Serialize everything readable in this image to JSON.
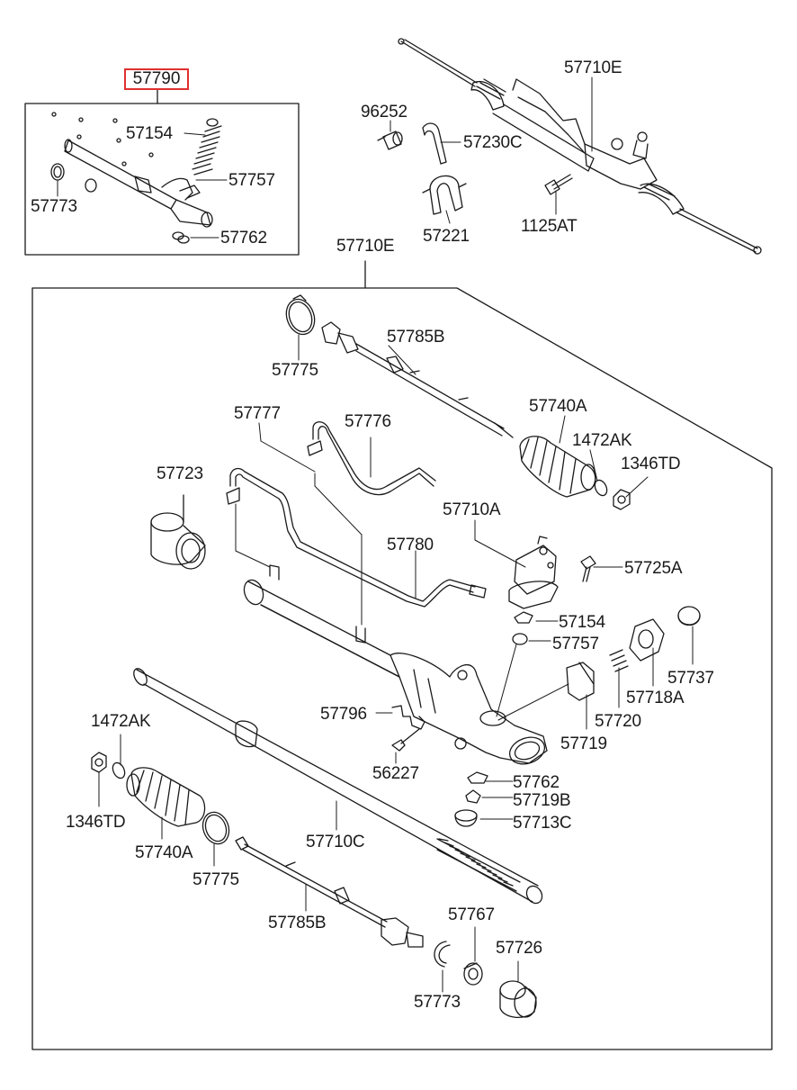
{
  "kit": {
    "part_number": "57790"
  },
  "assembly": {
    "part_number": "57710E"
  },
  "labels": {
    "kit_57154": "57154",
    "kit_57757": "57757",
    "kit_57773": "57773",
    "kit_57762": "57762",
    "top_96252": "96252",
    "top_57230C": "57230C",
    "top_57221": "57221",
    "top_57710E": "57710E",
    "top_1125AT": "1125AT",
    "p_57775_upper": "57775",
    "p_57785B_upper": "57785B",
    "p_57740A_upper": "57740A",
    "p_1472AK_upper": "1472AK",
    "p_1346TD_upper": "1346TD",
    "p_57777": "57777",
    "p_57776": "57776",
    "p_57723": "57723",
    "p_57710A": "57710A",
    "p_57780": "57780",
    "p_57725A": "57725A",
    "p_57154": "57154",
    "p_57757": "57757",
    "p_57737": "57737",
    "p_57718A": "57718A",
    "p_57720": "57720",
    "p_57719": "57719",
    "p_57796": "57796",
    "p_56227": "56227",
    "p_1472AK_lower": "1472AK",
    "p_1346TD_lower": "1346TD",
    "p_57740A_lower": "57740A",
    "p_57775_lower": "57775",
    "p_57710C": "57710C",
    "p_57762": "57762",
    "p_57719B": "57719B",
    "p_57713C": "57713C",
    "p_57785B_lower": "57785B",
    "p_57767": "57767",
    "p_57726": "57726",
    "p_57773": "57773"
  },
  "colors": {
    "line": "#1a1a1a",
    "highlight": "#e03030"
  }
}
